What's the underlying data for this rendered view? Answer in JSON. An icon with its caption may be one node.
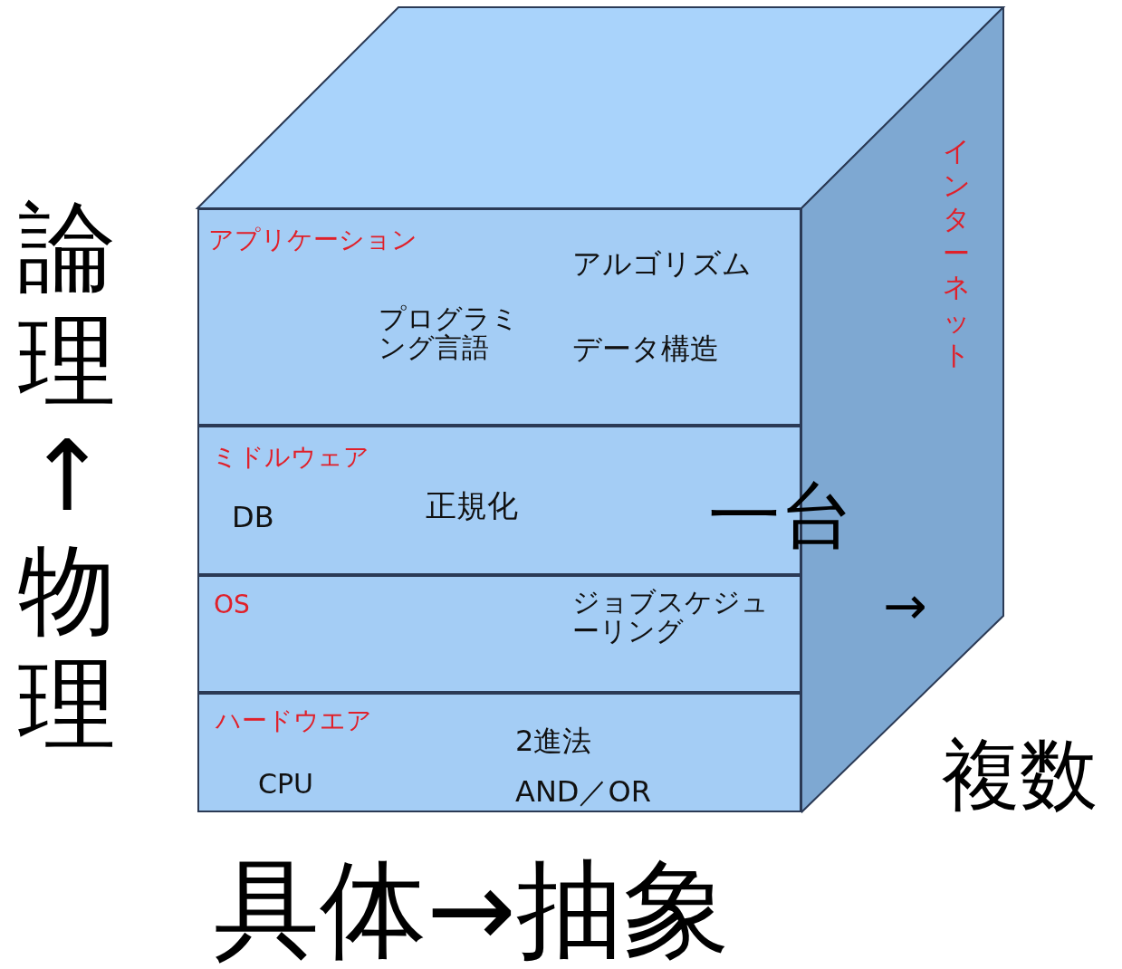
{
  "diagram": {
    "nodes": [
      {
        "text": [
          "アプリケーション",
          "アルゴリズム",
          "プログラミング言語",
          "データ構造"
        ]
      },
      {
        "text": [
          "ミドルウェア",
          "DB",
          "正規化"
        ]
      },
      {
        "text": [
          "OS",
          "ジョブスケジューリング"
        ]
      },
      {
        "text": [
          "ハードウエア",
          "2進法",
          "CPU",
          "AND／OR"
        ]
      },
      {
        "text": [
          "インターネット"
        ]
      }
    ],
    "labels": [
      "論理↑物理",
      "一台",
      "→",
      "複数",
      "具体→抽象"
    ]
  }
}
